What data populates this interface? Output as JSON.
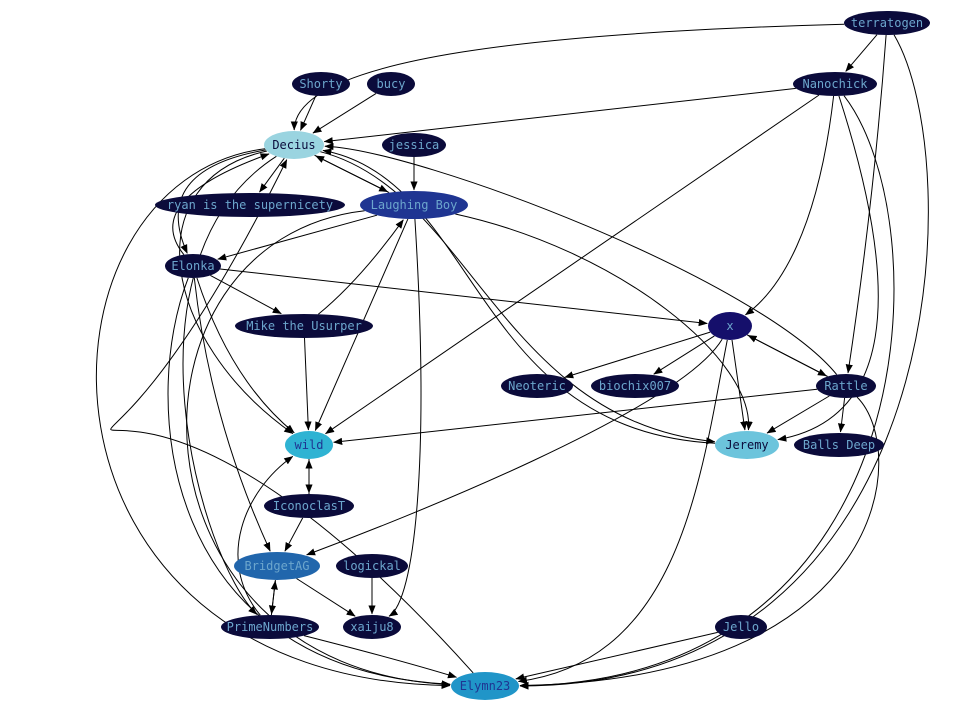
{
  "graph": {
    "nodes": [
      {
        "id": "terratogen",
        "label": "terratogen",
        "fill": "#0b0b3b",
        "text": "#6ca6cd"
      },
      {
        "id": "nanochick",
        "label": "Nanochick",
        "fill": "#0b0b3b",
        "text": "#6ca6cd"
      },
      {
        "id": "shorty",
        "label": "Shorty",
        "fill": "#0b0b3b",
        "text": "#6ca6cd"
      },
      {
        "id": "bucy",
        "label": "bucy",
        "fill": "#0b0b3b",
        "text": "#6ca6cd"
      },
      {
        "id": "decius",
        "label": "Decius",
        "fill": "#9ad4e0",
        "text": "#0b0b3b"
      },
      {
        "id": "jessica",
        "label": "jessica",
        "fill": "#0b0b3b",
        "text": "#6ca6cd"
      },
      {
        "id": "ryan",
        "label": "ryan is the supernicety",
        "fill": "#0b0b3b",
        "text": "#6ca6cd"
      },
      {
        "id": "laughingboy",
        "label": "Laughing Boy",
        "fill": "#1f3592",
        "text": "#6ca6cd"
      },
      {
        "id": "elonka",
        "label": "Elonka",
        "fill": "#0b0b3b",
        "text": "#6ca6cd"
      },
      {
        "id": "mike",
        "label": "Mike the Usurper",
        "fill": "#0b0b3b",
        "text": "#6ca6cd"
      },
      {
        "id": "x",
        "label": "x",
        "fill": "#150f6b",
        "text": "#6ca6cd"
      },
      {
        "id": "neoteric",
        "label": "Neoteric",
        "fill": "#0b0b3b",
        "text": "#6ca6cd"
      },
      {
        "id": "biochix",
        "label": "biochix007",
        "fill": "#0b0b3b",
        "text": "#6ca6cd"
      },
      {
        "id": "rattle",
        "label": "Rattle",
        "fill": "#0b0b3b",
        "text": "#6ca6cd"
      },
      {
        "id": "wild",
        "label": "wild",
        "fill": "#2fb3d3",
        "text": "#1f3592"
      },
      {
        "id": "jeremy",
        "label": "Jeremy",
        "fill": "#6cc4dc",
        "text": "#0b0b3b"
      },
      {
        "id": "ballsdeep",
        "label": "Balls Deep",
        "fill": "#0b0b3b",
        "text": "#6ca6cd"
      },
      {
        "id": "iconoclast",
        "label": "IconoclasT",
        "fill": "#0b0b3b",
        "text": "#6ca6cd"
      },
      {
        "id": "bridgetag",
        "label": "BridgetAG",
        "fill": "#2166ac",
        "text": "#6ca6cd"
      },
      {
        "id": "logickal",
        "label": "logickal",
        "fill": "#0b0b3b",
        "text": "#6ca6cd"
      },
      {
        "id": "primenumbers",
        "label": "PrimeNumbers",
        "fill": "#0b0b3b",
        "text": "#6ca6cd"
      },
      {
        "id": "xaiju8",
        "label": "xaiju8",
        "fill": "#0b0b3b",
        "text": "#6ca6cd"
      },
      {
        "id": "jello",
        "label": "Jello",
        "fill": "#0b0b3b",
        "text": "#6ca6cd"
      },
      {
        "id": "elymn23",
        "label": "Elymn23",
        "fill": "#2095c8",
        "text": "#1f3592"
      }
    ],
    "edges": [
      [
        "terratogen",
        "decius"
      ],
      [
        "terratogen",
        "nanochick"
      ],
      [
        "terratogen",
        "rattle"
      ],
      [
        "terratogen",
        "elymn23"
      ],
      [
        "shorty",
        "decius"
      ],
      [
        "bucy",
        "decius"
      ],
      [
        "nanochick",
        "decius"
      ],
      [
        "nanochick",
        "wild"
      ],
      [
        "nanochick",
        "x"
      ],
      [
        "nanochick",
        "jeremy"
      ],
      [
        "nanochick",
        "elymn23"
      ],
      [
        "decius",
        "ryan"
      ],
      [
        "decius",
        "laughingboy"
      ],
      [
        "decius",
        "elonka"
      ],
      [
        "decius",
        "wild"
      ],
      [
        "decius",
        "jeremy"
      ],
      [
        "decius",
        "primenumbers"
      ],
      [
        "decius",
        "elymn23"
      ],
      [
        "jessica",
        "laughingboy"
      ],
      [
        "laughingboy",
        "decius"
      ],
      [
        "laughingboy",
        "elonka"
      ],
      [
        "laughingboy",
        "wild"
      ],
      [
        "laughingboy",
        "jeremy"
      ],
      [
        "laughingboy",
        "xaiju8"
      ],
      [
        "laughingboy",
        "elymn23"
      ],
      [
        "elonka",
        "decius"
      ],
      [
        "elonka",
        "mike"
      ],
      [
        "elonka",
        "x"
      ],
      [
        "elonka",
        "wild"
      ],
      [
        "elonka",
        "bridgetag"
      ],
      [
        "elonka",
        "elymn23"
      ],
      [
        "mike",
        "laughingboy"
      ],
      [
        "mike",
        "wild"
      ],
      [
        "x",
        "neoteric"
      ],
      [
        "x",
        "biochix"
      ],
      [
        "x",
        "rattle"
      ],
      [
        "x",
        "jeremy"
      ],
      [
        "x",
        "bridgetag"
      ],
      [
        "x",
        "elymn23"
      ],
      [
        "rattle",
        "x"
      ],
      [
        "rattle",
        "decius"
      ],
      [
        "rattle",
        "wild"
      ],
      [
        "rattle",
        "jeremy"
      ],
      [
        "rattle",
        "ballsdeep"
      ],
      [
        "rattle",
        "elymn23"
      ],
      [
        "jeremy",
        "decius"
      ],
      [
        "wild",
        "iconoclast"
      ],
      [
        "iconoclast",
        "wild"
      ],
      [
        "iconoclast",
        "bridgetag"
      ],
      [
        "bridgetag",
        "primenumbers"
      ],
      [
        "bridgetag",
        "xaiju8"
      ],
      [
        "primenumbers",
        "bridgetag"
      ],
      [
        "primenumbers",
        "wild"
      ],
      [
        "primenumbers",
        "elymn23"
      ],
      [
        "logickal",
        "xaiju8"
      ],
      [
        "jello",
        "elymn23"
      ],
      [
        "elymn23",
        "decius"
      ]
    ]
  }
}
